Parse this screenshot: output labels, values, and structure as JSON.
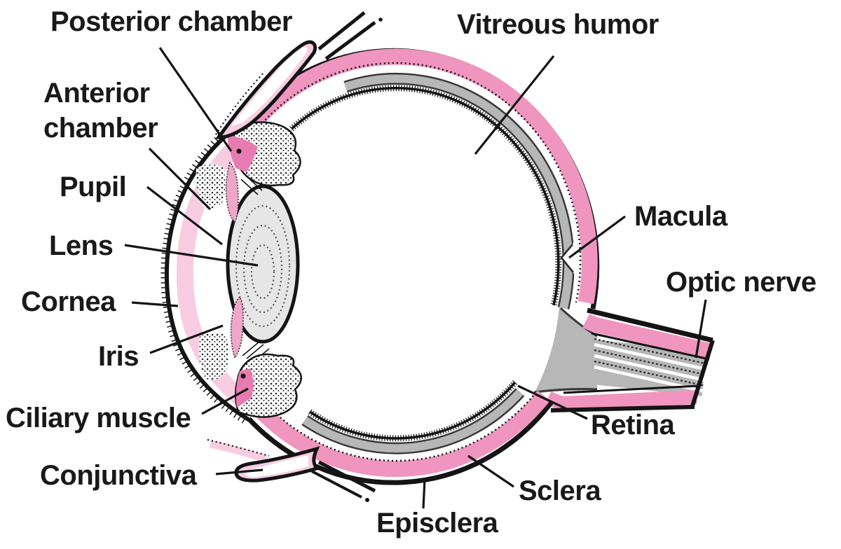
{
  "labels": {
    "posterior_chamber": "Posterior chamber",
    "anterior_chamber_line1": "Anterior",
    "anterior_chamber_line2": "chamber",
    "pupil": "Pupil",
    "lens": "Lens",
    "cornea": "Cornea",
    "iris": "Iris",
    "ciliary_muscle": "Ciliary muscle",
    "conjunctiva": "Conjunctiva",
    "vitreous_humor": "Vitreous humor",
    "macula": "Macula",
    "optic_nerve": "Optic nerve",
    "retina": "Retina",
    "sclera": "Sclera",
    "episclera": "Episclera"
  },
  "colors": {
    "sclera_pink": "#ef95bf",
    "cornea_pink": "#f8cde1",
    "deep_pink": "#e87cb2",
    "iris_pink": "#f0a6c8",
    "retina_gray": "#b7b7b7",
    "retina_edge": "#3a3a3a",
    "lens_gray": "#e6e6e6",
    "ink": "#141414",
    "label_color": "#191919"
  }
}
